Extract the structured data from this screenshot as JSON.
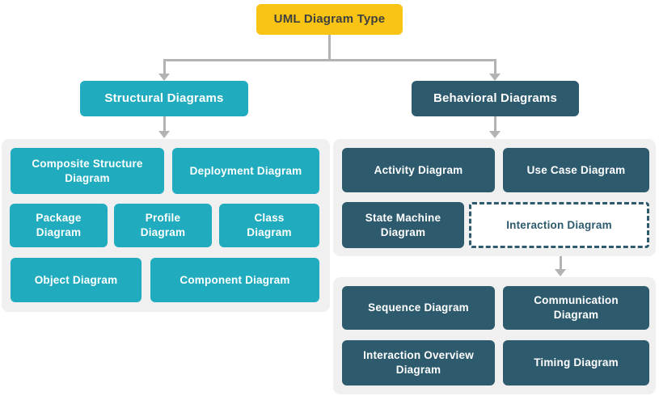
{
  "root_label": "UML Diagram Type",
  "structural": {
    "header": "Structural Diagrams",
    "items": [
      {
        "label": "Composite Structure\nDiagram"
      },
      {
        "label": "Deployment Diagram"
      },
      {
        "label": "Package\nDiagram"
      },
      {
        "label": "Profile\nDiagram"
      },
      {
        "label": "Class\nDiagram"
      },
      {
        "label": "Object Diagram"
      },
      {
        "label": "Component Diagram"
      }
    ]
  },
  "behavioral": {
    "header": "Behavioral Diagrams",
    "items": [
      {
        "label": "Activity Diagram"
      },
      {
        "label": "Use Case Diagram"
      },
      {
        "label": "State Machine\nDiagram"
      },
      {
        "label": "Interaction Diagram",
        "style": "dashed"
      }
    ]
  },
  "interaction": {
    "items": [
      {
        "label": "Sequence Diagram"
      },
      {
        "label": "Communication\nDiagram"
      },
      {
        "label": "Interaction Overview\nDiagram"
      },
      {
        "label": "Timing Diagram"
      }
    ]
  },
  "colors": {
    "root_fill": "#F9C413",
    "root_text": "#3F4040",
    "structural_fill": "#20ACBE",
    "behavioral_fill": "#2D5A6D",
    "container_fill": "#F0F0F0",
    "connector": "#B3B3B3",
    "node_text": "#FFFFFF"
  }
}
